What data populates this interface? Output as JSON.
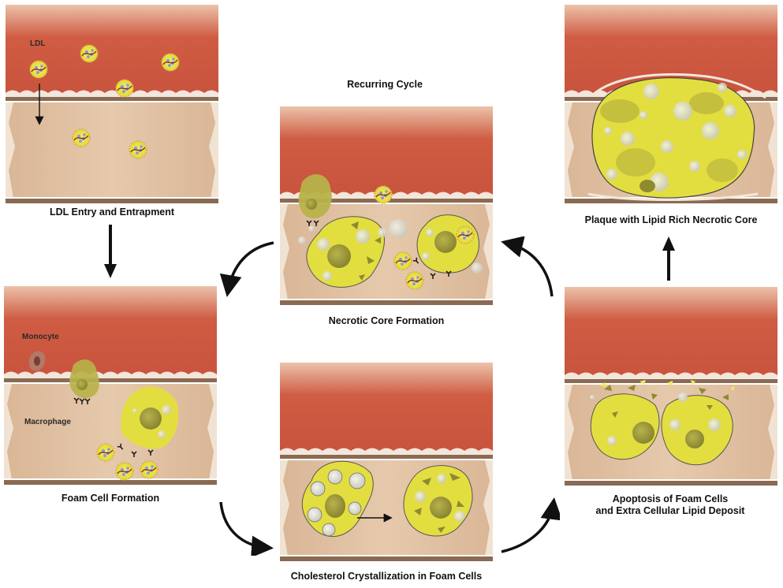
{
  "figure": {
    "title": "Recurring Cycle",
    "colors": {
      "lumen_top": "#e8b9a0",
      "lumen": "#c9563f",
      "intima": "#dfbfa0",
      "intima_edge": "#f1e3d3",
      "membrane": "#8a6a52",
      "lipid": "#e7e23a",
      "nucleus": "#9d9a3a",
      "droplet": "#dcdcd2",
      "arrow": "#111111"
    },
    "panels": [
      {
        "id": "ldl-entry",
        "caption": "LDL Entry and Entrapment",
        "labels": [
          "LDL"
        ]
      },
      {
        "id": "foam-cell",
        "caption": "Foam Cell Formation",
        "labels": [
          "Monocyte",
          "Macrophage"
        ]
      },
      {
        "id": "cholesterol",
        "caption": "Cholesterol Crystallization in Foam Cells",
        "labels": []
      },
      {
        "id": "apoptosis",
        "caption_line1": "Apoptosis of Foam Cells",
        "caption_line2": "and Extra Cellular Lipid Deposit",
        "labels": []
      },
      {
        "id": "necrotic",
        "caption": "Necrotic Core Formation",
        "labels": []
      },
      {
        "id": "plaque",
        "caption": "Plaque with Lipid Rich Necrotic Core",
        "labels": []
      }
    ],
    "arrows": [
      {
        "from": "ldl-entry",
        "to": "foam-cell",
        "style": "straight-down"
      },
      {
        "from": "foam-cell",
        "to": "cholesterol",
        "style": "curved"
      },
      {
        "from": "cholesterol",
        "to": "apoptosis",
        "style": "curved"
      },
      {
        "from": "apoptosis",
        "to": "necrotic",
        "style": "curved"
      },
      {
        "from": "necrotic",
        "to": "foam-cell",
        "style": "curved"
      },
      {
        "from": "apoptosis",
        "to": "plaque",
        "style": "straight-up"
      }
    ]
  }
}
